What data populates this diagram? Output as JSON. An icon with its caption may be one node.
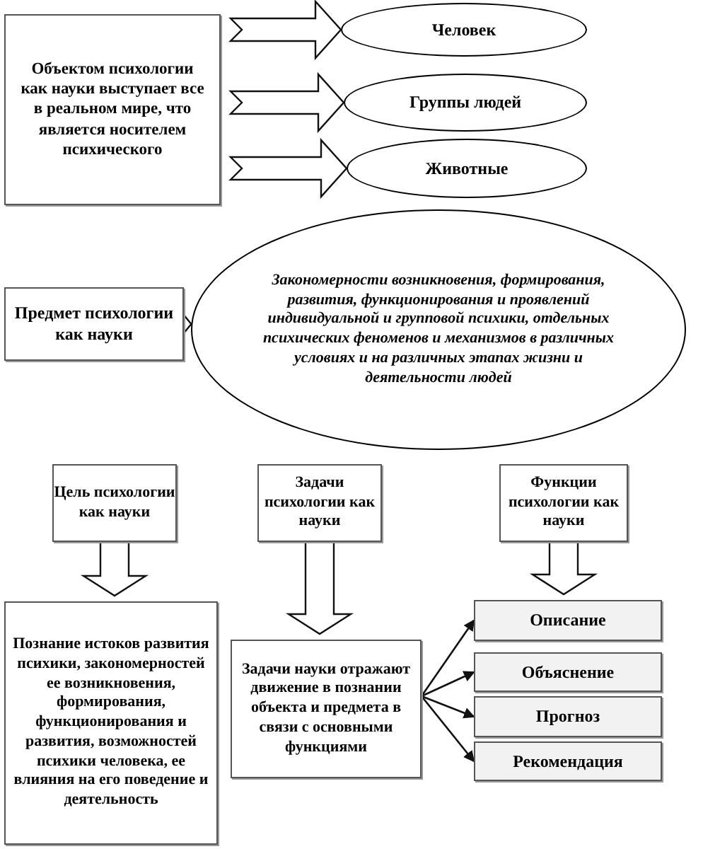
{
  "diagram": {
    "nodes": [
      {
        "text": [
          "Объектом психологии как науки выступает все в реальном мире, что является носителем психического"
        ]
      },
      {
        "text": [
          "Человек"
        ]
      },
      {
        "text": [
          "Группы людей"
        ]
      },
      {
        "text": [
          "Животные"
        ]
      },
      {
        "text": [
          "Предмет психологии как науки"
        ]
      },
      {
        "text": [
          "Закономерности возникновения, формирования, развития, функционирования и проявлений индивидуальной и групповой психики, отдельных психических феноменов и механизмов в различных условиях и на различных этапах жизни и деятельности людей"
        ]
      },
      {
        "text": [
          "Цель психологии как науки"
        ]
      },
      {
        "text": [
          "Задачи психологии как науки"
        ]
      },
      {
        "text": [
          "Функции психологии как науки"
        ]
      },
      {
        "text": [
          "Познание истоков развития психики, закономерностей ее возникновения, формирования, функционирования и развития, возможностей психики человека, ее влияния на его поведение и деятельность"
        ]
      },
      {
        "text": [
          "Задачи науки отражают движение в познании объекта и предмета в связи с основными функциями"
        ]
      },
      {
        "text": [
          "Описание"
        ]
      },
      {
        "text": [
          "Объяснение"
        ]
      },
      {
        "text": [
          "Прогноз"
        ]
      },
      {
        "text": [
          "Рекомендация"
        ]
      }
    ],
    "edges": [
      {
        "from": 0,
        "to": 1,
        "arrow": "to",
        "style": "thick"
      },
      {
        "from": 0,
        "to": 2,
        "arrow": "to",
        "style": "thick"
      },
      {
        "from": 0,
        "to": 3,
        "arrow": "to",
        "style": "thick"
      },
      {
        "from": 4,
        "to": 5,
        "arrow": "to",
        "style": "thick"
      },
      {
        "from": 6,
        "to": 9,
        "arrow": "to",
        "style": "thick"
      },
      {
        "from": 7,
        "to": 10,
        "arrow": "to",
        "style": "thick"
      },
      {
        "from": 8,
        "to": 11,
        "arrow": "to",
        "style": "thick"
      },
      {
        "from": 10,
        "to": 11,
        "arrow": "to"
      },
      {
        "from": 10,
        "to": 12,
        "arrow": "to"
      },
      {
        "from": 10,
        "to": 13,
        "arrow": "to"
      },
      {
        "from": 10,
        "to": 14,
        "arrow": "to"
      }
    ]
  }
}
